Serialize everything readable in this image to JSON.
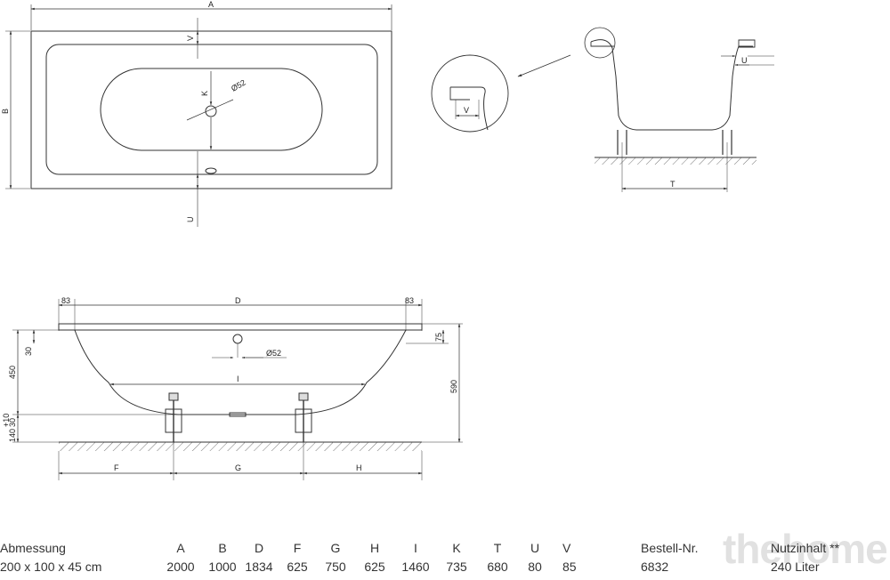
{
  "dimensions": {
    "top_view": {
      "A": "A",
      "B": "B",
      "V": "V",
      "K": "K",
      "U": "U",
      "diameter": "Ø52"
    },
    "detail": {
      "V": "V"
    },
    "section": {
      "U": "U",
      "T": "T"
    },
    "side_view": {
      "left_83": "83",
      "D": "D",
      "right_83": "83",
      "r75": "75",
      "r590": "590",
      "l450": "450",
      "l30": "30",
      "l_plus10": "+10",
      "l_30b": "30",
      "l_140": "140",
      "diameter": "Ø52",
      "I": "I",
      "F": "F",
      "G": "G",
      "H": "H"
    }
  },
  "spec_table": {
    "headers": [
      "Abmessung",
      "A",
      "B",
      "D",
      "F",
      "G",
      "H",
      "I",
      "K",
      "T",
      "U",
      "V",
      "Bestell-Nr.",
      "Nutzinhalt **"
    ],
    "row": [
      "200 x 100 x 45 cm",
      "2000",
      "1000",
      "1834",
      "625",
      "750",
      "625",
      "1460",
      "735",
      "680",
      "80",
      "85",
      "6832",
      "240 Liter"
    ]
  },
  "watermark": "thehome"
}
